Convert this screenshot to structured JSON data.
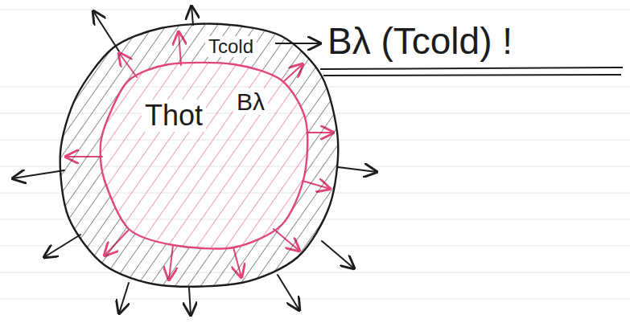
{
  "diagram": {
    "nodes": [
      {
        "text": [
          "Tcold"
        ]
      },
      {
        "text": [
          "Thot",
          "Bλ"
        ],
        "in": 0
      }
    ],
    "labels": [
      "Bλ (Tcold) !"
    ]
  }
}
